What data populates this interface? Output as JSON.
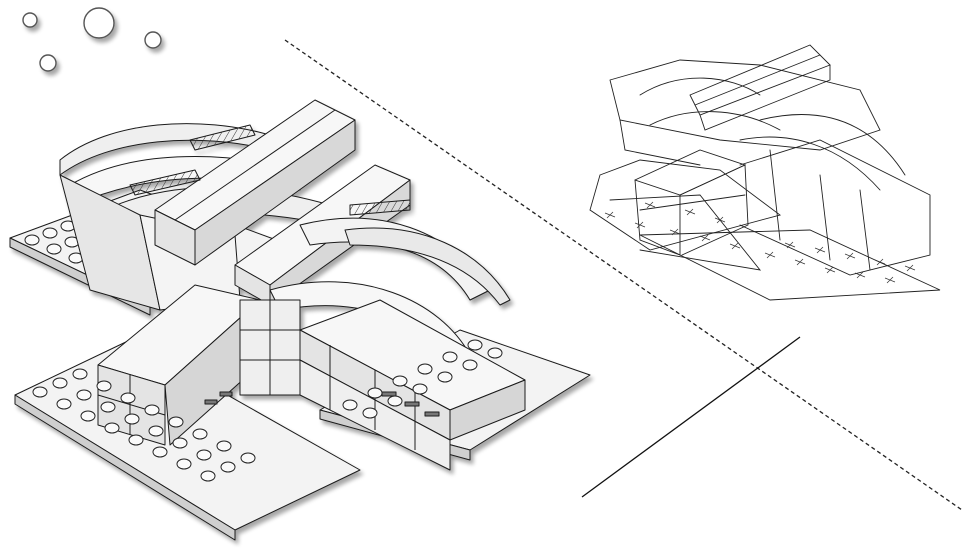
{
  "canvas": {
    "background": "#ffffff"
  },
  "scene": {
    "left_render": {
      "style": "clean-shaded",
      "fill": "#f2f2f2",
      "shade": "#d9d9d9",
      "stroke": "#1a1a1a"
    },
    "right_render": {
      "style": "hand-sketched",
      "stroke": "#222222"
    },
    "divider": {
      "style": "dashed",
      "color": "#222222"
    },
    "cross_line": {
      "color": "#111111"
    },
    "bubbles": {
      "count": 4,
      "color": "#555555"
    }
  }
}
